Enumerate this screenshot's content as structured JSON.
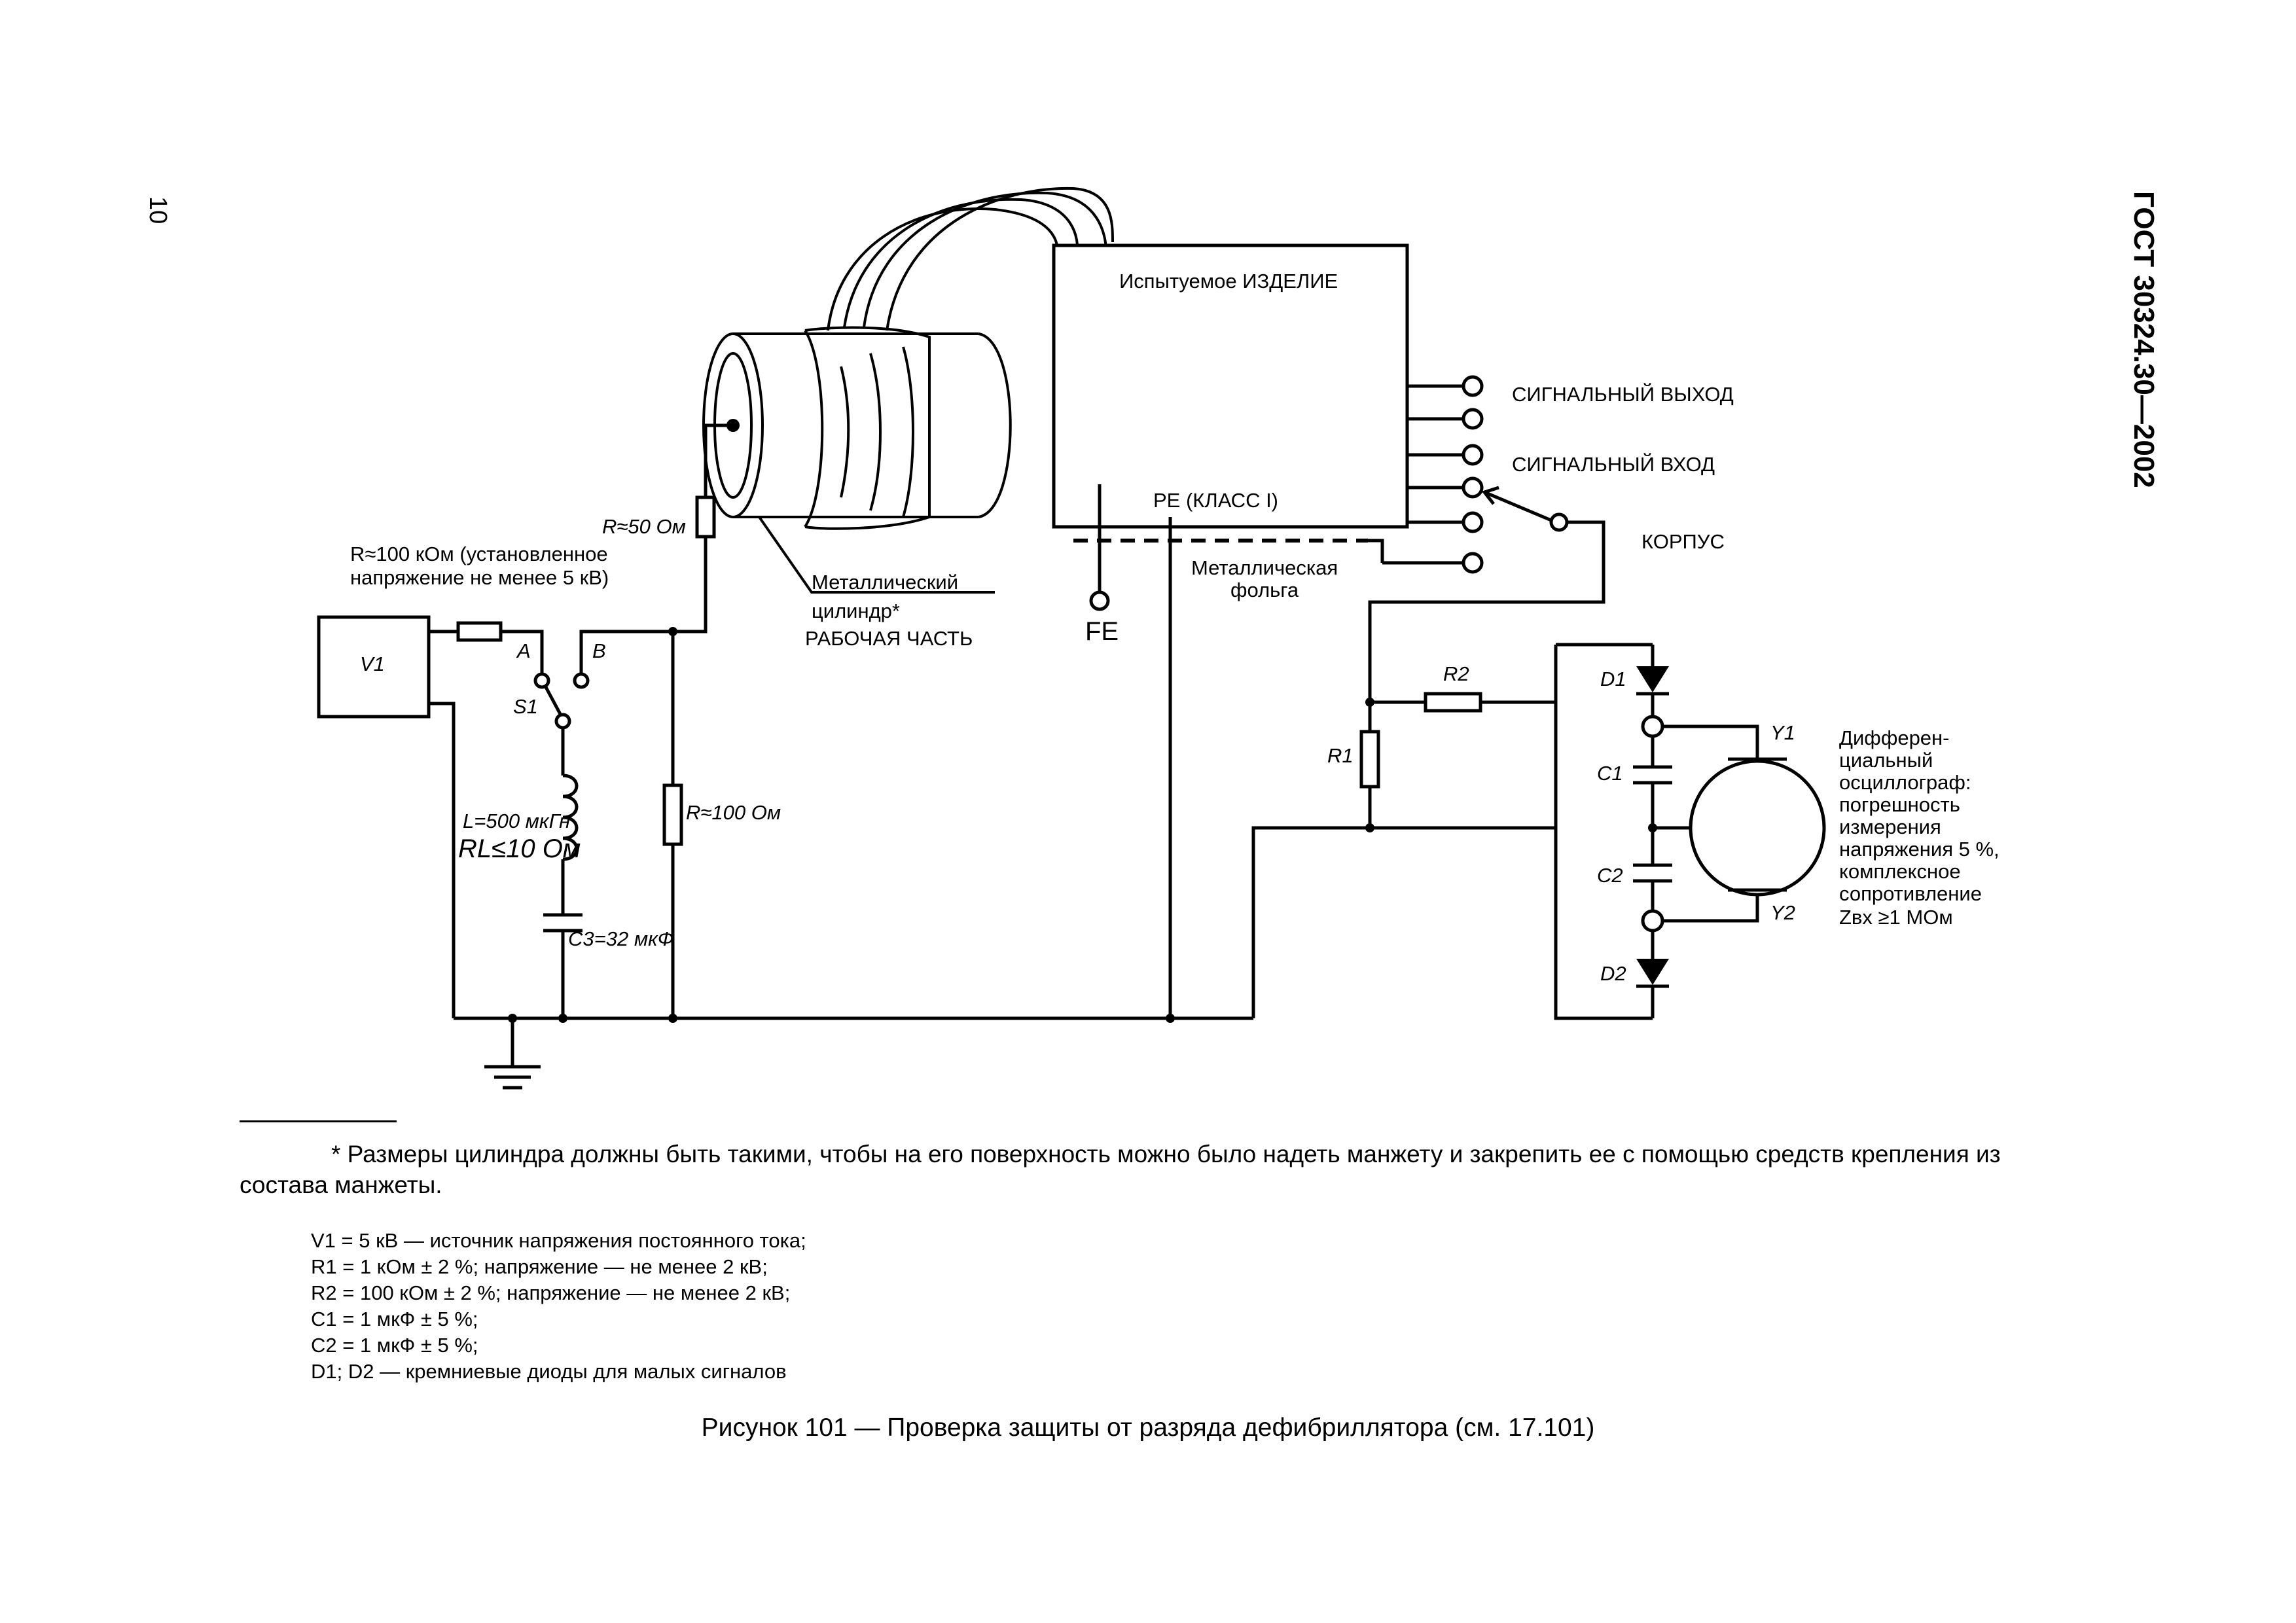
{
  "header": {
    "page_number": "10",
    "standard_code": "ГОСТ 30324.30—2002"
  },
  "diagram": {
    "source_label": "V1",
    "r_source": "R≈100 кОм (установленное напряжение не менее 5 кВ)",
    "r_source_line1": "R≈100 кОм (установленное",
    "r_source_line2": "напряжение не менее 5 кВ)",
    "switch_a": "A",
    "switch_b": "B",
    "switch_name": "S1",
    "inductor_l": "L=500 мкГн",
    "inductor_rl": "RL≤10 Ом",
    "capacitor_c3": "C3=32 мкФ",
    "r_shunt": "R≈100 Ом",
    "r_series": "R≈50 Ом",
    "cylinder_line1": "Металлический",
    "cylinder_line2": "цилиндр*",
    "cylinder_line3": "РАБОЧАЯ ЧАСТЬ",
    "device_title": "Испытуемое ИЗДЕЛИЕ",
    "device_pe": "PE (КЛАСС I)",
    "fe_label": "FE",
    "foil_line1": "Металлическая",
    "foil_line2": "фольга",
    "signal_out": "СИГНАЛЬНЫЙ ВЫХОД",
    "signal_in": "СИГНАЛЬНЫЙ ВХОД",
    "enclosure": "КОРПУС",
    "r1": "R1",
    "r2": "R2",
    "d1": "D1",
    "d2": "D2",
    "c1": "C1",
    "c2": "C2",
    "y1": "Y1",
    "y2": "Y2",
    "osc_lines": [
      "Дифферен-",
      "циальный",
      "осциллограф:",
      "погрешность",
      "измерения",
      "напряжения 5 %,",
      "комплексное",
      "сопротивление",
      "Zвх ≥1 МОм"
    ]
  },
  "footnote": "* Размеры цилиндра должны быть такими, чтобы на его поверхность можно было надеть манжету и закрепить ее с помощью средств крепления из состава манжеты.",
  "legend": [
    "V1 = 5 кВ — источник напряжения постоянного тока;",
    "R1 = 1 кОм ± 2 %; напряжение — не менее 2 кВ;",
    "R2 = 100 кОм ± 2 %; напряжение — не менее 2 кВ;",
    "C1 = 1 мкФ ± 5 %;",
    "C2 = 1 мкФ ± 5 %;",
    "D1; D2 — кремниевые диоды для малых сигналов"
  ],
  "caption": "Рисунок 101 — Проверка защиты от разряда дефибриллятора (см. 17.101)"
}
